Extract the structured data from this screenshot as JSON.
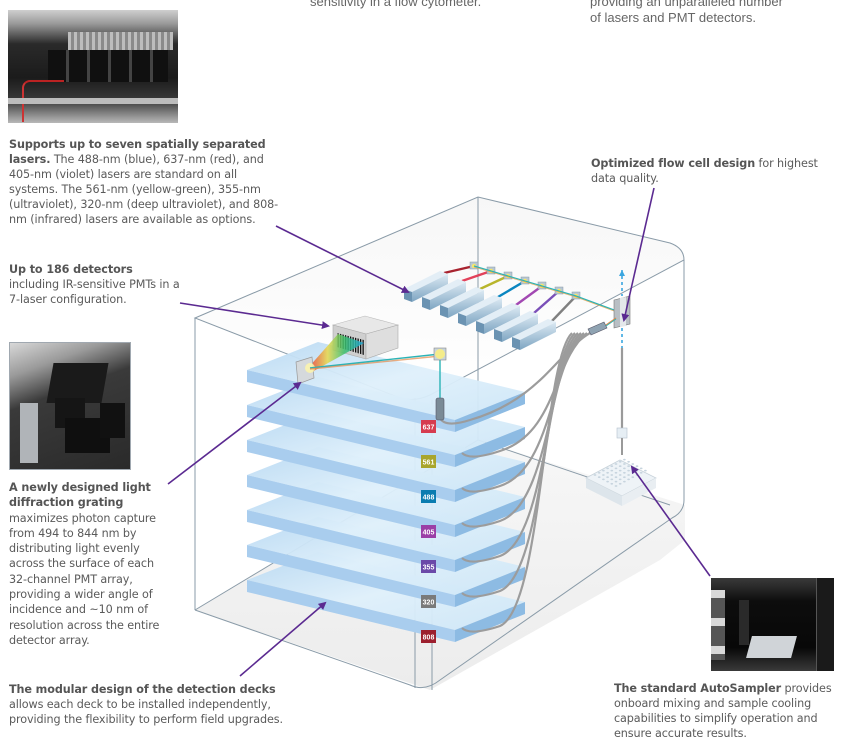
{
  "top_fragments": {
    "left": "sensitivity in a flow cytometer.",
    "right_line1": "providing an unparalleled number",
    "right_line2": "of lasers and PMT detectors."
  },
  "callouts": {
    "lasers": {
      "bold": "Supports up to seven spatially separated lasers.",
      "body": " The 488-nm (blue), 637-nm (red), and 405-nm (violet) lasers are standard on all systems. The 561-nm (yellow-green), 355-nm (ultraviolet), 320-nm (deep ultraviolet), and 808-nm (infrared) lasers are available as options."
    },
    "detectors": {
      "bold": "Up to 186 detectors",
      "body": "including IR-sensitive PMTs in a 7-laser configuration."
    },
    "grating": {
      "bold": "A newly designed light diffraction grating",
      "body": "maximizes photon capture from 494 to 844 nm by distributing light evenly across the surface of each 32-channel PMT array, providing a wider angle of incidence and ~10 nm of resolution across the entire detector array."
    },
    "decks": {
      "bold": "The modular design of the detection decks",
      "body": "allows each deck to be installed independently, providing the flexibility to perform field upgrades."
    },
    "flowcell": {
      "bold": "Optimized flow cell design",
      "body": " for highest data quality."
    },
    "autosampler": {
      "bold": "The standard AutoSampler",
      "body": " provides onboard mixing and sample cooling capabilities to simplify operation and ensure accurate results."
    }
  },
  "photos": {
    "laser_module": "laser-module-photo",
    "detector_deck": "detector-deck-photo",
    "autosampler": "autosampler-photo"
  },
  "decks": [
    {
      "label": "637",
      "color": "#d63b4f"
    },
    {
      "label": "561",
      "color": "#a9a52c"
    },
    {
      "label": "488",
      "color": "#0a7cb0"
    },
    {
      "label": "405",
      "color": "#9b3fa6"
    },
    {
      "label": "355",
      "color": "#6b49a8"
    },
    {
      "label": "320",
      "color": "#7a7a7a"
    },
    {
      "label": "808",
      "color": "#9c1f2e"
    }
  ],
  "laser_beams": [
    "#a8232f",
    "#e2415a",
    "#b8b52c",
    "#0a86c0",
    "#a248b2",
    "#7a4fb8",
    "#808080"
  ],
  "colors": {
    "arrow": "#5b2a91",
    "box_line": "#8a9ba8",
    "deck_fill": "#cfe6f7",
    "deck_edge": "#8dbbe3"
  }
}
